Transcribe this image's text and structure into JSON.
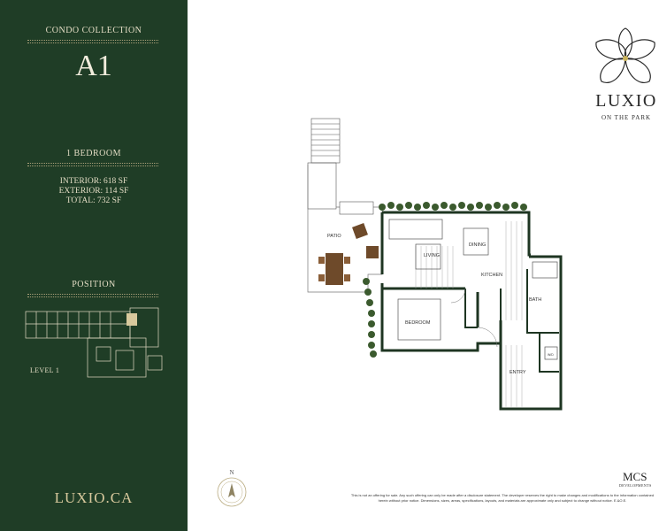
{
  "sidebar": {
    "collection": "CONDO COLLECTION",
    "unit": "A1",
    "bedrooms": "1 BEDROOM",
    "interior": "INTERIOR: 618 SF",
    "exterior": "EXTERIOR: 114 SF",
    "total": "TOTAL: 732 SF",
    "position_heading": "POSITION",
    "level": "LEVEL 1",
    "website": "LUXIO.CA"
  },
  "brand": {
    "name": "LUXIO",
    "tagline": "ON THE PARK",
    "icon": "flower-logo-icon"
  },
  "plan": {
    "rooms": {
      "patio": "PATIO",
      "living": "LIVING",
      "dining": "DINING",
      "kitchen": "KITCHEN",
      "bedroom": "BEDROOM",
      "bath": "BATH",
      "entry": "ENTRY",
      "wd": "W/D"
    }
  },
  "compass": {
    "north": "N"
  },
  "developer": {
    "name": "MCS",
    "sub": "DEVELOPMENTS"
  },
  "disclaimer": "This is not an offering for sale. Any such offering can only be made after a disclosure statement. The developer reserves the right to make changes and modifications to the information contained herein without prior notice. Dimensions, sizes, areas, specifications, layouts, and materials are approximate only and subject to change without notice. E.&O.E.",
  "colors": {
    "sidebar": "#1f3d26",
    "accent": "#d8c99d",
    "wall": "#1e3522"
  }
}
